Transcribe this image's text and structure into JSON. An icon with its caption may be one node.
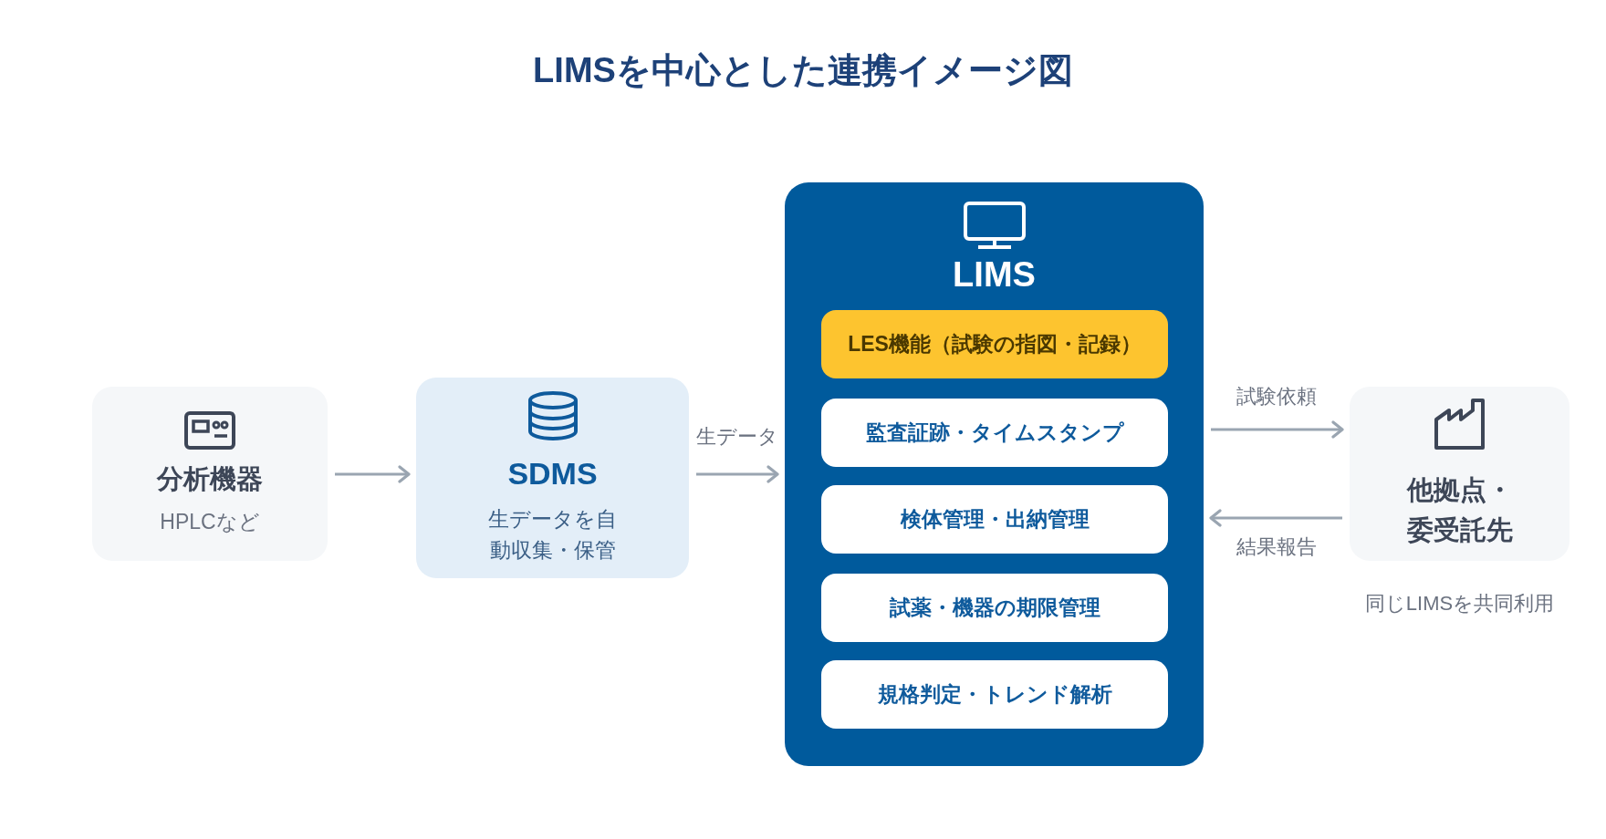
{
  "diagram": {
    "title": "LIMSを中心とした連携イメージ図",
    "nodes": [
      {
        "text": [
          "分析機器",
          "HPLCなど"
        ]
      },
      {
        "text": [
          "SDMS",
          "生データを自動収集・保管"
        ]
      },
      {
        "text": [
          "LIMS"
        ]
      },
      {
        "text": [
          "LES機能（試験の指図・記録）"
        ],
        "in": 2
      },
      {
        "text": [
          "監査証跡・タイムスタンプ"
        ],
        "in": 2
      },
      {
        "text": [
          "検体管理・出納管理"
        ],
        "in": 2
      },
      {
        "text": [
          "試薬・機器の期限管理"
        ],
        "in": 2
      },
      {
        "text": [
          "規格判定・トレンド解析"
        ],
        "in": 2
      },
      {
        "text": [
          "他拠点・委受託先"
        ],
        "beside": [
          "同じLIMSを共同利用"
        ]
      }
    ],
    "edges": [
      {
        "from": 0,
        "to": 1,
        "arrow": "to"
      },
      {
        "from": 1,
        "to": 2,
        "arrow": "to",
        "label": "生データ"
      },
      {
        "from": 2,
        "to": 8,
        "arrow": "to",
        "label": "試験依頼"
      },
      {
        "from": 8,
        "to": 2,
        "arrow": "to",
        "label": "結果報告"
      }
    ]
  }
}
